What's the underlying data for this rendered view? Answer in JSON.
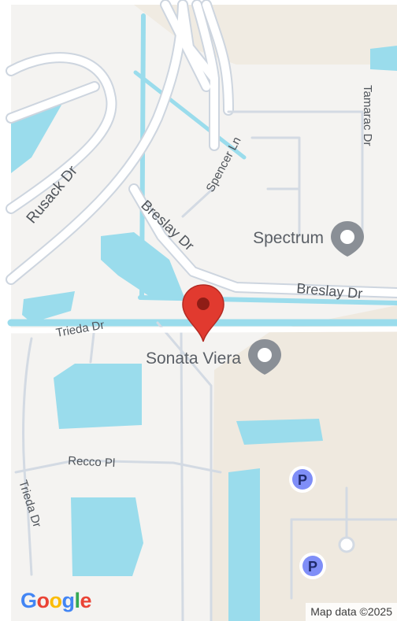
{
  "map": {
    "roads": {
      "rusack": "Rusack Dr",
      "spencer": "Spencer Ln",
      "tamarac": "Tamarac Dr",
      "breslay_diag": "Breslay Dr",
      "breslay_horiz": "Breslay Dr",
      "trieda_top": "Trieda Dr",
      "recco": "Recco Pl",
      "trieda_side": "Trieda Dr"
    },
    "pois": {
      "spectrum": "Spectrum",
      "sonata": "Sonata Viera"
    },
    "parking_label": "P",
    "attribution": "Map data ©2025",
    "logo": [
      "G",
      "o",
      "o",
      "g",
      "l",
      "e"
    ],
    "colors": {
      "land": "#f4f3f1",
      "beige": "#f0ebe2",
      "water": "#9adcec",
      "road": "#ffffff",
      "road_outline": "#c9d1dc",
      "pin": "#e13a2f",
      "parking": "#7f8ef7"
    }
  }
}
